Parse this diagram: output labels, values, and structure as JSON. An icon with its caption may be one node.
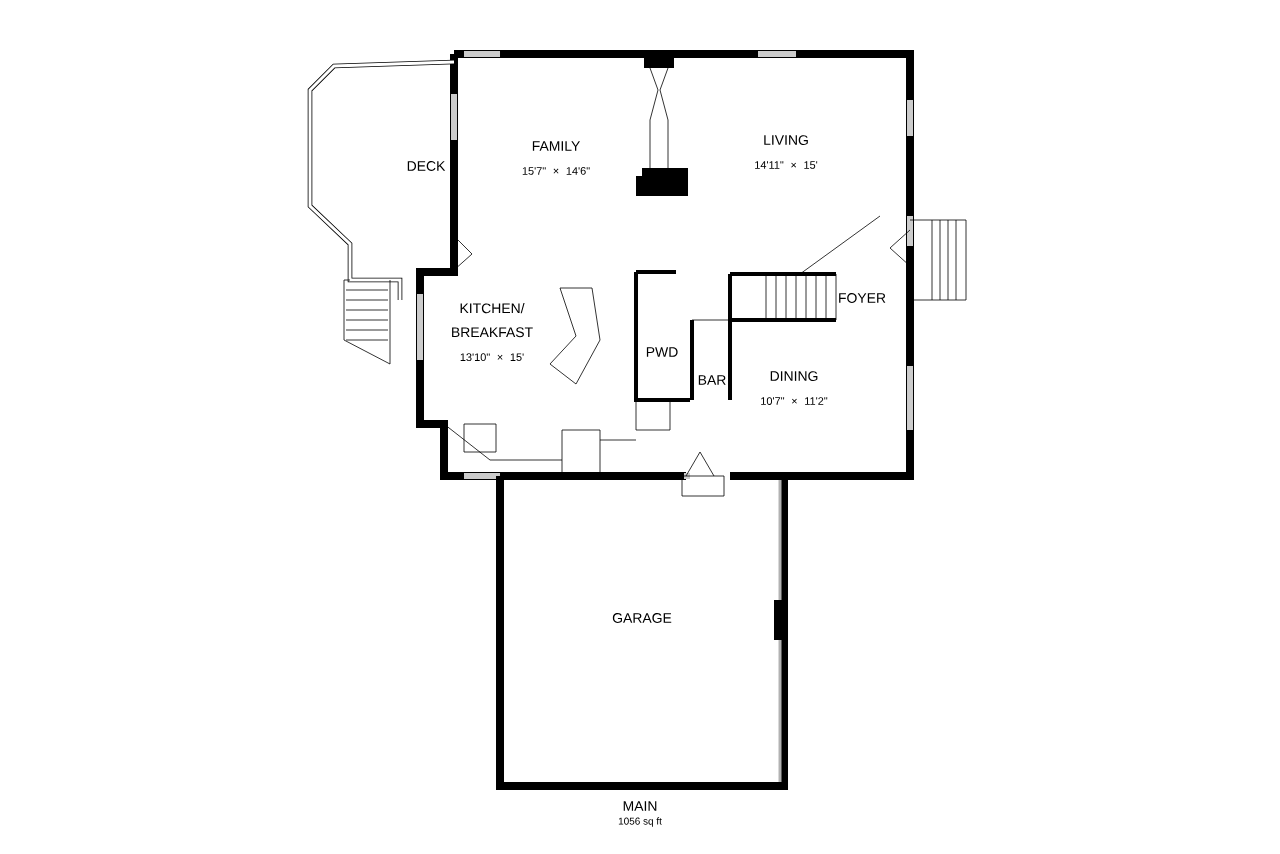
{
  "diagram": {
    "nodes": [
      {
        "text": [
          "DECK"
        ]
      },
      {
        "text": [
          "FAMILY",
          "15'7\" × 14'6\""
        ]
      },
      {
        "text": [
          "LIVING",
          "14'11\" × 15'"
        ]
      },
      {
        "text": [
          "KITCHEN/ BREAKFAST",
          "13'10\" × 15'"
        ]
      },
      {
        "text": [
          "FOYER"
        ]
      },
      {
        "text": [
          "PWD"
        ]
      },
      {
        "text": [
          "BAR"
        ]
      },
      {
        "text": [
          "DINING",
          "10'7\" × 11'2\""
        ]
      },
      {
        "text": [
          "GARAGE"
        ]
      }
    ],
    "labels": [
      "MAIN",
      "1056 sq ft"
    ]
  }
}
